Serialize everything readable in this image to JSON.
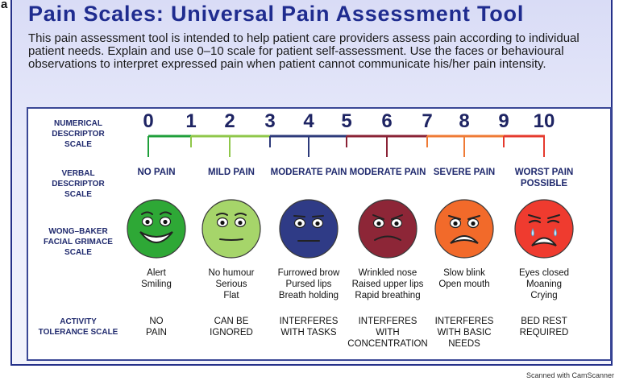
{
  "page_marker": "a",
  "title": "Pain Scales: Universal Pain Assessment Tool",
  "intro": "This pain assessment tool is intended to help patient care providers assess pain according to individual patient needs. Explain and use 0–10 scale for patient self-assessment. Use the faces or behavioural observations to interpret expressed pain when patient cannot communicate his/her pain intensity.",
  "row_labels": {
    "numerical": "NUMERICAL DESCRIPTOR SCALE",
    "verbal": "VERBAL DESCRIPTOR SCALE",
    "faces": "WONG–BAKER FACIAL GRIMACE SCALE",
    "activity": "ACTIVITY TOLERANCE SCALE"
  },
  "numbers": [
    "0",
    "1",
    "2",
    "3",
    "4",
    "5",
    "6",
    "7",
    "8",
    "9",
    "10"
  ],
  "scale_colors": [
    "#1f9f3a",
    "#8fc74a",
    "#8fc74a",
    "#2d3a7a",
    "#2d3a7a",
    "#8a2235",
    "#8a2235",
    "#ef7a35",
    "#ef7a35",
    "#e53a2e",
    "#e53a2e"
  ],
  "levels": [
    {
      "verbal": "NO PAIN",
      "face_color": "#2ea836",
      "face_icon": "smiling-face-icon",
      "descriptors": "Alert\nSmiling",
      "activity": "NO\nPAIN"
    },
    {
      "verbal": "MILD PAIN",
      "face_color": "#a6d56a",
      "face_icon": "neutral-face-icon",
      "descriptors": "No humour\nSerious\nFlat",
      "activity": "CAN BE\nIGNORED"
    },
    {
      "verbal": "MODERATE PAIN",
      "face_color": "#2f3b86",
      "face_icon": "straight-mouth-face-icon",
      "descriptors": "Furrowed brow\nPursed lips\nBreath holding",
      "activity": "INTERFERES\nWITH TASKS"
    },
    {
      "verbal": "MODERATE PAIN",
      "face_color": "#8d2637",
      "face_icon": "frowning-face-icon",
      "descriptors": "Wrinkled nose\nRaised upper lips\nRapid breathing",
      "activity": "INTERFERES\nWITH\nCONCENTRATION"
    },
    {
      "verbal": "SEVERE PAIN",
      "face_color": "#f26a2a",
      "face_icon": "grimacing-face-icon",
      "descriptors": "Slow blink\nOpen mouth",
      "activity": "INTERFERES\nWITH BASIC\nNEEDS"
    },
    {
      "verbal": "WORST PAIN POSSIBLE",
      "face_color": "#ef3b2f",
      "face_icon": "crying-face-icon",
      "descriptors": "Eyes closed\nMoaning\nCrying",
      "activity": "BED REST\nREQUIRED"
    }
  ],
  "watermark": "Scanned with CamScanner"
}
